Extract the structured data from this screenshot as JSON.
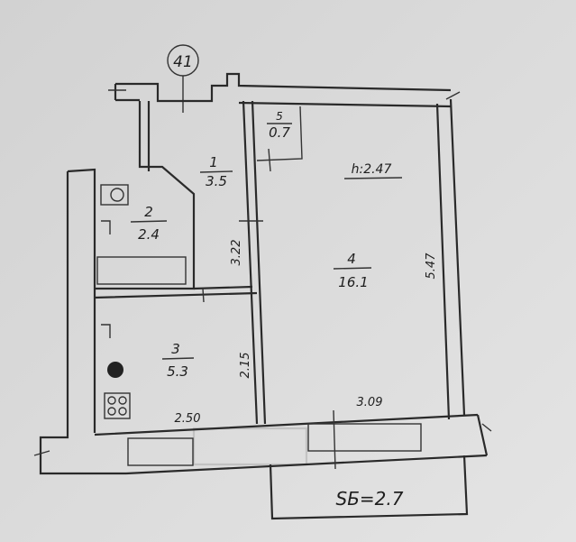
{
  "axis_marker": "41",
  "rooms": [
    {
      "number": "1",
      "area": "3.5"
    },
    {
      "number": "2",
      "area": "2.4"
    },
    {
      "number": "3",
      "area": "5.3"
    },
    {
      "number": "4",
      "area": "16.1"
    },
    {
      "number": "5",
      "area": "0.7"
    }
  ],
  "ceiling_height": "h:2.47",
  "dimensions": {
    "corridor_length": "3.22",
    "kitchen_length": "2.15",
    "room_length": "5.47",
    "kitchen_width": "2.50",
    "room_width": "3.09"
  },
  "balcony_area": "SБ=2.7"
}
